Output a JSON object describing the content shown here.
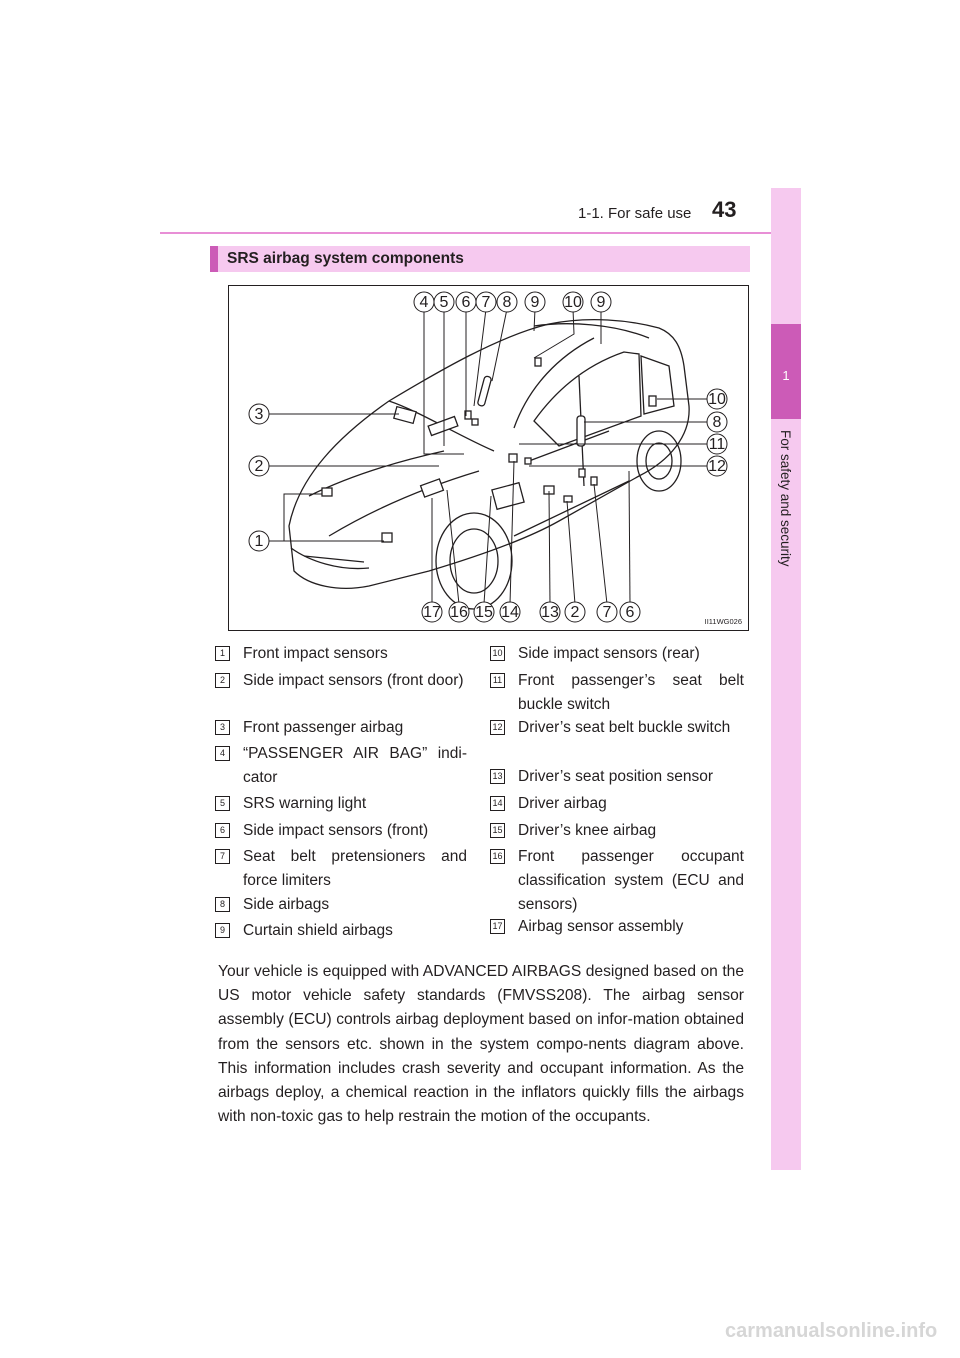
{
  "header": {
    "section_ref": "1-1. For safe use",
    "page_number": "43"
  },
  "side_tab": {
    "chapter_number": "1",
    "chapter_title": "For safety and security"
  },
  "section_heading": "SRS airbag system components",
  "diagram": {
    "image_code": "II11WG026",
    "top_callouts": [
      "4",
      "5",
      "6",
      "7",
      "8",
      "9",
      "10",
      "9"
    ],
    "bottom_callouts": [
      "17",
      "16",
      "15",
      "14",
      "13",
      "2",
      "7",
      "6"
    ],
    "left_callouts": [
      "3",
      "2",
      "1"
    ],
    "right_callouts": [
      "10",
      "8",
      "11",
      "12"
    ]
  },
  "legend_left": [
    {
      "num": "1",
      "text": "Front impact sensors"
    },
    {
      "num": "2",
      "text": "Side impact sensors (front door)"
    },
    {
      "num": "3",
      "text": "Front passenger airbag"
    },
    {
      "num": "4",
      "text": "“PASSENGER AIR BAG” indi-cator"
    },
    {
      "num": "5",
      "text": "SRS warning light"
    },
    {
      "num": "6",
      "text": "Side impact sensors (front)"
    },
    {
      "num": "7",
      "text": "Seat belt pretensioners and force limiters"
    },
    {
      "num": "8",
      "text": "Side airbags"
    },
    {
      "num": "9",
      "text": "Curtain shield airbags"
    }
  ],
  "legend_right": [
    {
      "num": "10",
      "text": "Side impact sensors (rear)"
    },
    {
      "num": "11",
      "text": "Front passenger’s seat belt buckle switch"
    },
    {
      "num": "12",
      "text": "Driver’s seat belt buckle switch"
    },
    {
      "num": "13",
      "text": "Driver’s seat position sensor"
    },
    {
      "num": "14",
      "text": "Driver airbag"
    },
    {
      "num": "15",
      "text": "Driver’s knee airbag"
    },
    {
      "num": "16",
      "text": "Front passenger occupant classification system (ECU and sensors)"
    },
    {
      "num": "17",
      "text": "Airbag sensor assembly"
    }
  ],
  "body_text": "Your vehicle is equipped with ADVANCED AIRBAGS designed based on the US motor vehicle safety standards (FMVSS208). The airbag sensor assembly (ECU) controls airbag deployment based on infor-mation obtained from the sensors etc. shown in the system compo-nents diagram above. This information includes crash severity and occupant information. As the airbags deploy, a chemical reaction in the inflators quickly fills the airbags with non-toxic gas to help restrain the motion of the occupants.",
  "watermark": "carmanualsonline.info"
}
